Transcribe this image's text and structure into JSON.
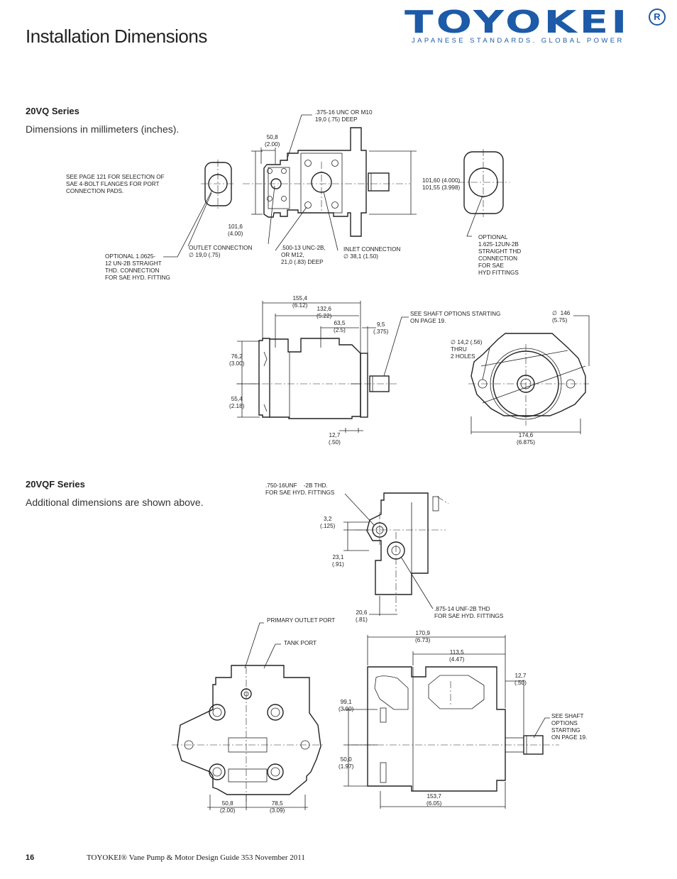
{
  "header": {
    "page_title": "Installation Dimensions",
    "logo": {
      "word": "TOYOKEI",
      "registered": "R",
      "tagline": "JAPANESE STANDARDS. GLOBAL POWER"
    }
  },
  "colors": {
    "brand": "#1d5aa8",
    "text": "#1a1a1a"
  },
  "sections": {
    "vq": {
      "title": "20VQ Series",
      "subtitle": "Dimensions in millimeters (inches)."
    },
    "vqf": {
      "title": "20VQF Series",
      "subtitle": "Additional dimensions are shown above."
    }
  },
  "annotations": {
    "a1": ".375-16 UNC OR M10\n19,0 (.75) DEEP",
    "a2": "50,8\n(2.00)",
    "a3": "SEE PAGE 121 FOR SELECTION OF\nSAE 4-BOLT FLANGES FOR PORT\nCONNECTION PADS.",
    "a4": "101,60 (4.000)\n101,55 (3.998)",
    "a5": "101,6\n(4.00)",
    "a6": "OUTLET CONNECTION\n∅ 19,0 (.75)",
    "a7": ".500-13 UNC-2B,\nOR M12,\n21,0 (.83) DEEP",
    "a8": "INLET CONNECTION\n∅ 38,1 (1.50)",
    "a9": "OPTIONAL 1.0625-\n12 UN-2B STRAIGHT\nTHD. CONNECTION\nFOR SAE HYD. FITTING",
    "a10": "OPTIONAL\n1.625-12UN-2B\nSTRAIGHT THD\nCONNECTION\nFOR SAE\nHYD FITTINGS",
    "a11": "155,4\n(6.12)",
    "a12": "132,6\n(5.22)",
    "a13": "63,5\n(2.5)",
    "a14": "9,5\n(.375)",
    "a15": "SEE SHAFT OPTIONS STARTING\nON PAGE 19.",
    "a16": "∅  146\n(5.75)",
    "a17": "76,2\n(3.00)",
    "a18": "55,4\n(2.18)",
    "a19": "∅ 14,2 (.56)\nTHRU\n2 HOLES",
    "a20": "12,7\n(.50)",
    "a21": "174,6\n(6.875)",
    "a22": ".750-16UNF    -2B THD.\nFOR SAE HYD. FITTINGS",
    "a23": "3,2\n(.125)",
    "a24": "23,1\n(.91)",
    "a25": "20,6\n(.81)",
    "a26": ".875-14 UNF-2B THD\nFOR SAE HYD. FITTINGS",
    "a27": "PRIMARY OUTLET PORT",
    "a28": "TANK PORT",
    "a29": "170,9\n(6.73)",
    "a30": "113,5\n(4.47)",
    "a31": "12,7\n(.50)",
    "a32": "99,1\n(3.90)",
    "a33": "SEE SHAFT\nOPTIONS\nSTARTING\nON PAGE 19.",
    "a34": "50,0\n(1.97)",
    "a35": "153,7\n(6.05)",
    "a36": "50,8\n(2.00)",
    "a37": "78,5\n(3.09)"
  },
  "footer": {
    "page_number": "16",
    "text": "TOYOKEI® Vane Pump & Motor Design Guide  353  November 2011"
  }
}
